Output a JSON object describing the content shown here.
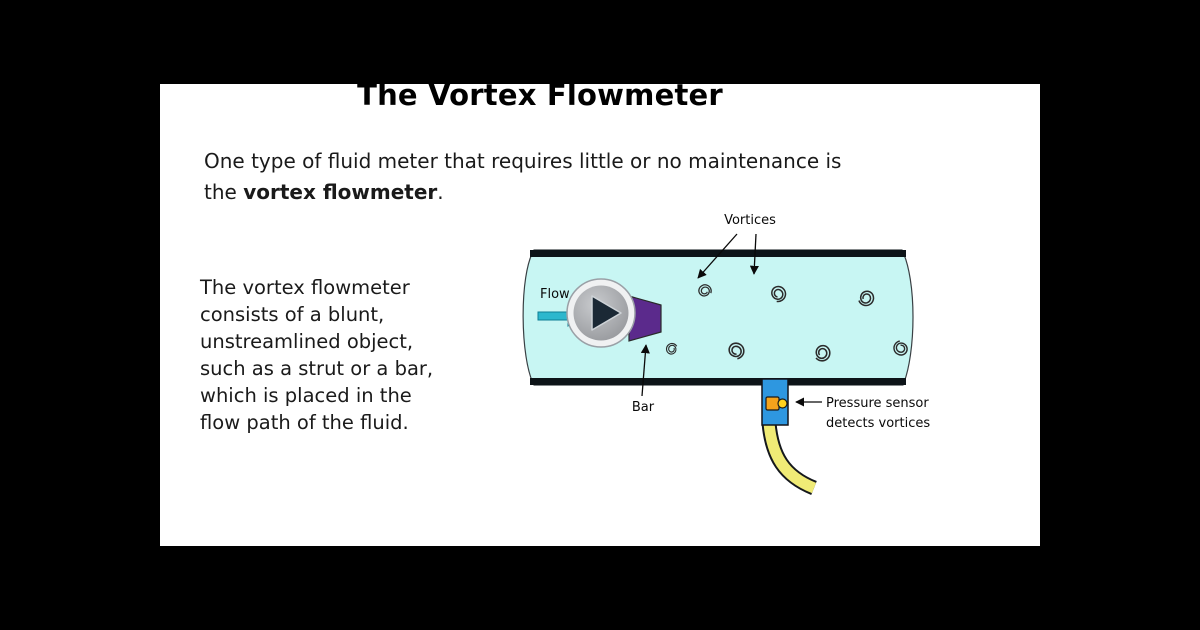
{
  "slide": {
    "title": "The Vortex Flowmeter",
    "intro": {
      "prefix": "One type of fluid meter that requires little or no maintenance is\nthe ",
      "bold": "vortex flowmeter",
      "suffix": "."
    },
    "body": "The vortex flowmeter\nconsists of a blunt,\nunstreamlined object,\nsuch as a strut or a bar,\nwhich is placed in the\nflow path of the fluid.",
    "diagram": {
      "labels": {
        "vortices": "Vortices",
        "flow": "Flow",
        "bar": "Bar",
        "sensor_line1": "Pressure sensor",
        "sensor_line2": "detects vortices"
      },
      "colors": {
        "pipe_fill": "#c8f6f3",
        "pipe_wall": "#0d1418",
        "flow_arrow": "#2db7cd",
        "bar_fill": "#5b2a8c",
        "sensor_body": "#2e97e0",
        "sensor_square": "#f5a31c",
        "sensor_knob": "#ffd21f",
        "cable": "#f0eb76",
        "play_triangle": "#1b2935"
      }
    }
  }
}
